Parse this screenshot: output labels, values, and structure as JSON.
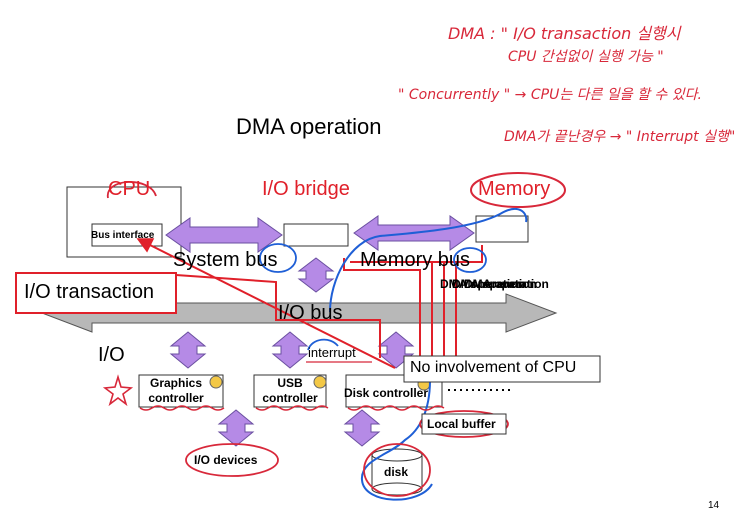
{
  "title": "DMA operation",
  "page_number": "14",
  "labels": {
    "cpu": "CPU",
    "io_bridge": "I/O bridge",
    "memory": "Memory",
    "bus_interface": "Bus interface",
    "system_bus": "System bus",
    "memory_bus": "Memory bus",
    "io_transaction": "I/O transaction",
    "io_bus": "I/O bus",
    "io": "I/O",
    "interrupt": "interrupt",
    "graphics_controller": "Graphics controller",
    "usb_controller": "USB controller",
    "disk_controller": "Disk controller",
    "io_devices": "I/O devices",
    "local_buffer": "Local buffer",
    "disk": "disk",
    "no_involvement": "No involvement of CPU",
    "dma_overlap": "DMA operation"
  },
  "annotations": {
    "line1": "DMA : \" I/O transaction 실행시",
    "line2": "CPU 간섭없이 실행 가능 \"",
    "line3": "\" Concurrently \" → CPU는 다른 일을 할 수 있다.",
    "line4": "DMA가 끝난경우 → \" Interrupt 실행\""
  },
  "colors": {
    "accent_red": "#e0202a",
    "arrow_purple": "#b58ae6",
    "annotation_blue": "#1f5fd6",
    "bus_gray": "#b8b8b8",
    "led_yellow": "#f3c846"
  }
}
